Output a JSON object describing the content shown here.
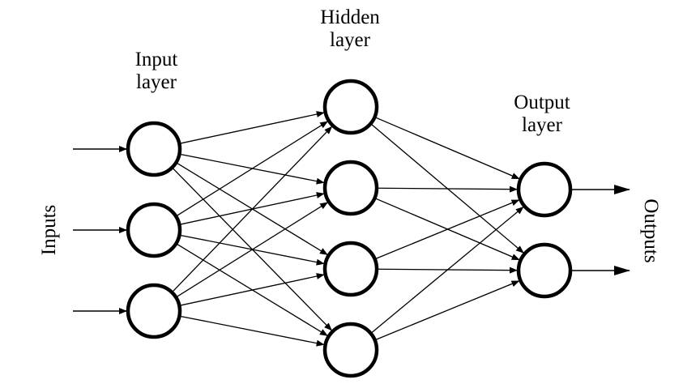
{
  "labels": {
    "input_layer": [
      "Input",
      "layer"
    ],
    "hidden_layer": [
      "Hidden",
      "layer"
    ],
    "output_layer": [
      "Output",
      "layer"
    ],
    "inputs": "Inputs",
    "outputs": "Outputs"
  },
  "network": {
    "layers": [
      {
        "name": "input",
        "neurons": 3
      },
      {
        "name": "hidden",
        "neurons": 4
      },
      {
        "name": "output",
        "neurons": 2
      }
    ],
    "connectivity": "fully-connected",
    "input_arrows": 3,
    "output_arrows": 2
  },
  "colors": {
    "stroke": "#000000",
    "background": "#ffffff"
  }
}
